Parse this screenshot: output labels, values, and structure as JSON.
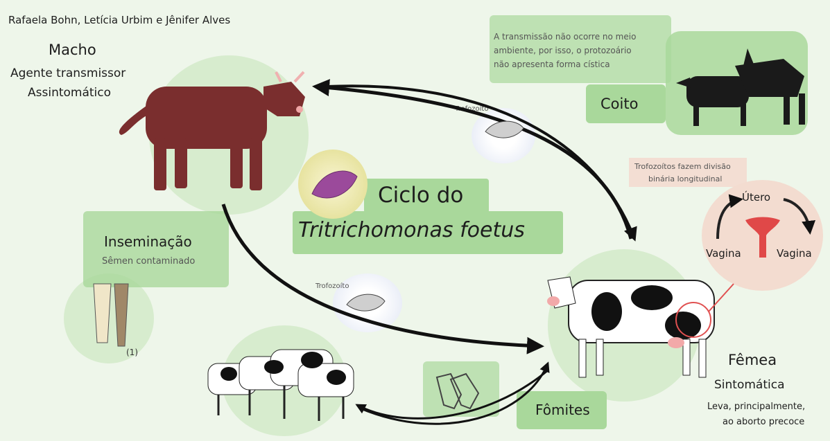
{
  "authors": "Rafaela Bohn, Letícia Urbim e Jênifer Alves",
  "title": {
    "line1": "Ciclo do",
    "line2": "Tritrichomonas foetus"
  },
  "macho": {
    "title": "Macho",
    "line1": "Agente transmissor",
    "line2": "Assintomático"
  },
  "coito": {
    "label": "Coito",
    "note_line1": "A transmissão não ocorre no meio",
    "note_line2": "ambiente, por isso, o protozoário",
    "note_line3": "não apresenta forma cística"
  },
  "trofozoito_top": "Trofozoíto",
  "trofozoito_bottom": "Trofozoíto",
  "divisao": {
    "line1": "Trofozoítos fazem divisão",
    "line2": "binária longitudinal"
  },
  "utero": {
    "top": "Útero",
    "left": "Vagina",
    "right": "Vagina"
  },
  "inseminacao": {
    "title": "Inseminação",
    "subtitle": "Sêmen contaminado",
    "ref": "(1)"
  },
  "femea": {
    "title": "Fêmea",
    "line1": "Sintomática",
    "line2": "Leva, principalmente,",
    "line3": "ao aborto precoce"
  },
  "fomites": "Fômites",
  "colors": {
    "green_box": "#a9d89b",
    "green_blob": "#cfe8c4",
    "bull": "#7a2e2e",
    "arrow": "#111111",
    "pink_box": "#f3d9cf"
  }
}
